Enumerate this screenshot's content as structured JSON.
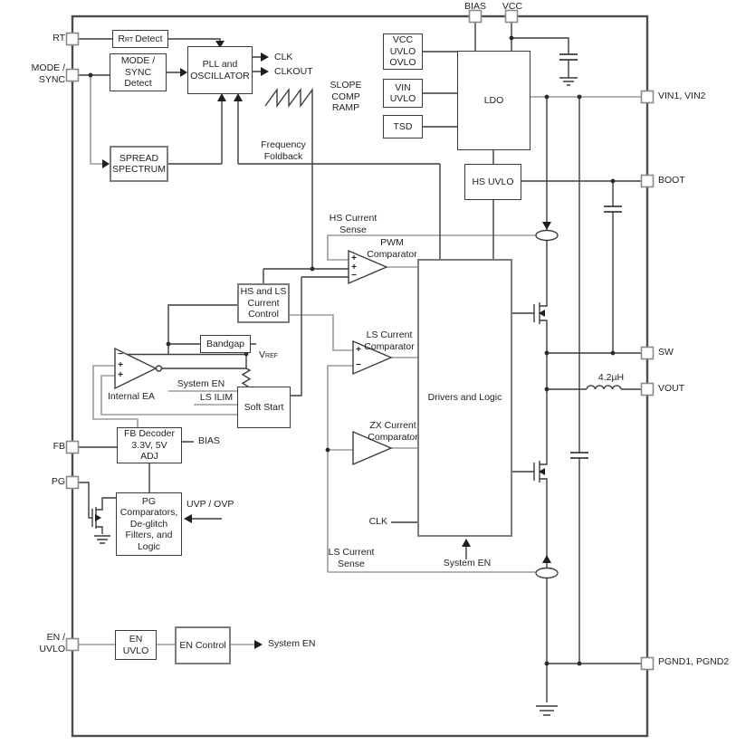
{
  "pins": {
    "rt": "RT",
    "mode_sync": "MODE /\nSYNC",
    "fb": "FB",
    "pg": "PG",
    "en_uvlo": "EN /\nUVLO",
    "bias": "BIAS",
    "vcc": "VCC",
    "vin": "VIN1, VIN2",
    "boot": "BOOT",
    "sw": "SW",
    "vout": "VOUT",
    "pgnd": "PGND1, PGND2"
  },
  "blocks": {
    "rrt_detect": {
      "prefix": "R",
      "sub": "RT",
      "suffix": "Detect"
    },
    "mode_sync_detect": "MODE /\nSYNC\nDetect",
    "pll_oscillator": "PLL and\nOSCILLATOR",
    "spread_spectrum": "SPREAD\nSPECTRUM",
    "vcc_uvlo_ovlo": "VCC\nUVLO\nOVLO",
    "vin_uvlo": "VIN\nUVLO",
    "tsd": "TSD",
    "ldo": "LDO",
    "hs_uvlo": "HS UVLO",
    "hs_ls_current_control": "HS and LS\nCurrent\nControl",
    "bandgap": "Bandgap",
    "soft_start": "Soft Start",
    "fb_decoder": "FB Decoder\n3.3V, 5V\nADJ",
    "pg_logic": "PG\nComparators,\nDe-glitch\nFilters, and\nLogic",
    "en_uvlo": "EN\nUVLO",
    "en_control": "EN Control",
    "drivers_logic": "Drivers and Logic"
  },
  "labels": {
    "clk": "CLK",
    "clkout": "CLKOUT",
    "slope_comp_ramp": "SLOPE\nCOMP\nRAMP",
    "frequency_foldback": "Frequency\nFoldback",
    "hs_current_sense": "HS Current\nSense",
    "pwm_comparator": "PWM\nComparator",
    "vref_main": "V",
    "vref_sub": "REF",
    "system_en_ss": "System EN",
    "ls_ilim": "LS ILIM",
    "bias_out": "BIAS",
    "uvp_ovp": "UVP / OVP",
    "internal_ea": "Internal EA",
    "ls_current_comparator": "LS Current\nComparator",
    "zx_current_comparator": "ZX Current\nComparator",
    "clk_in": "CLK",
    "system_en_drivers": "System EN",
    "ls_current_sense": "LS Current\nSense",
    "inductor_value": "4.2µH",
    "system_en_out": "System EN",
    "plus": "+",
    "minus": "−"
  },
  "colors": {
    "line": "#3c3c3c",
    "gray_line": "#9b9b9b",
    "box_border": "#3a3a3a",
    "thick_border": "#7d7d7d"
  }
}
